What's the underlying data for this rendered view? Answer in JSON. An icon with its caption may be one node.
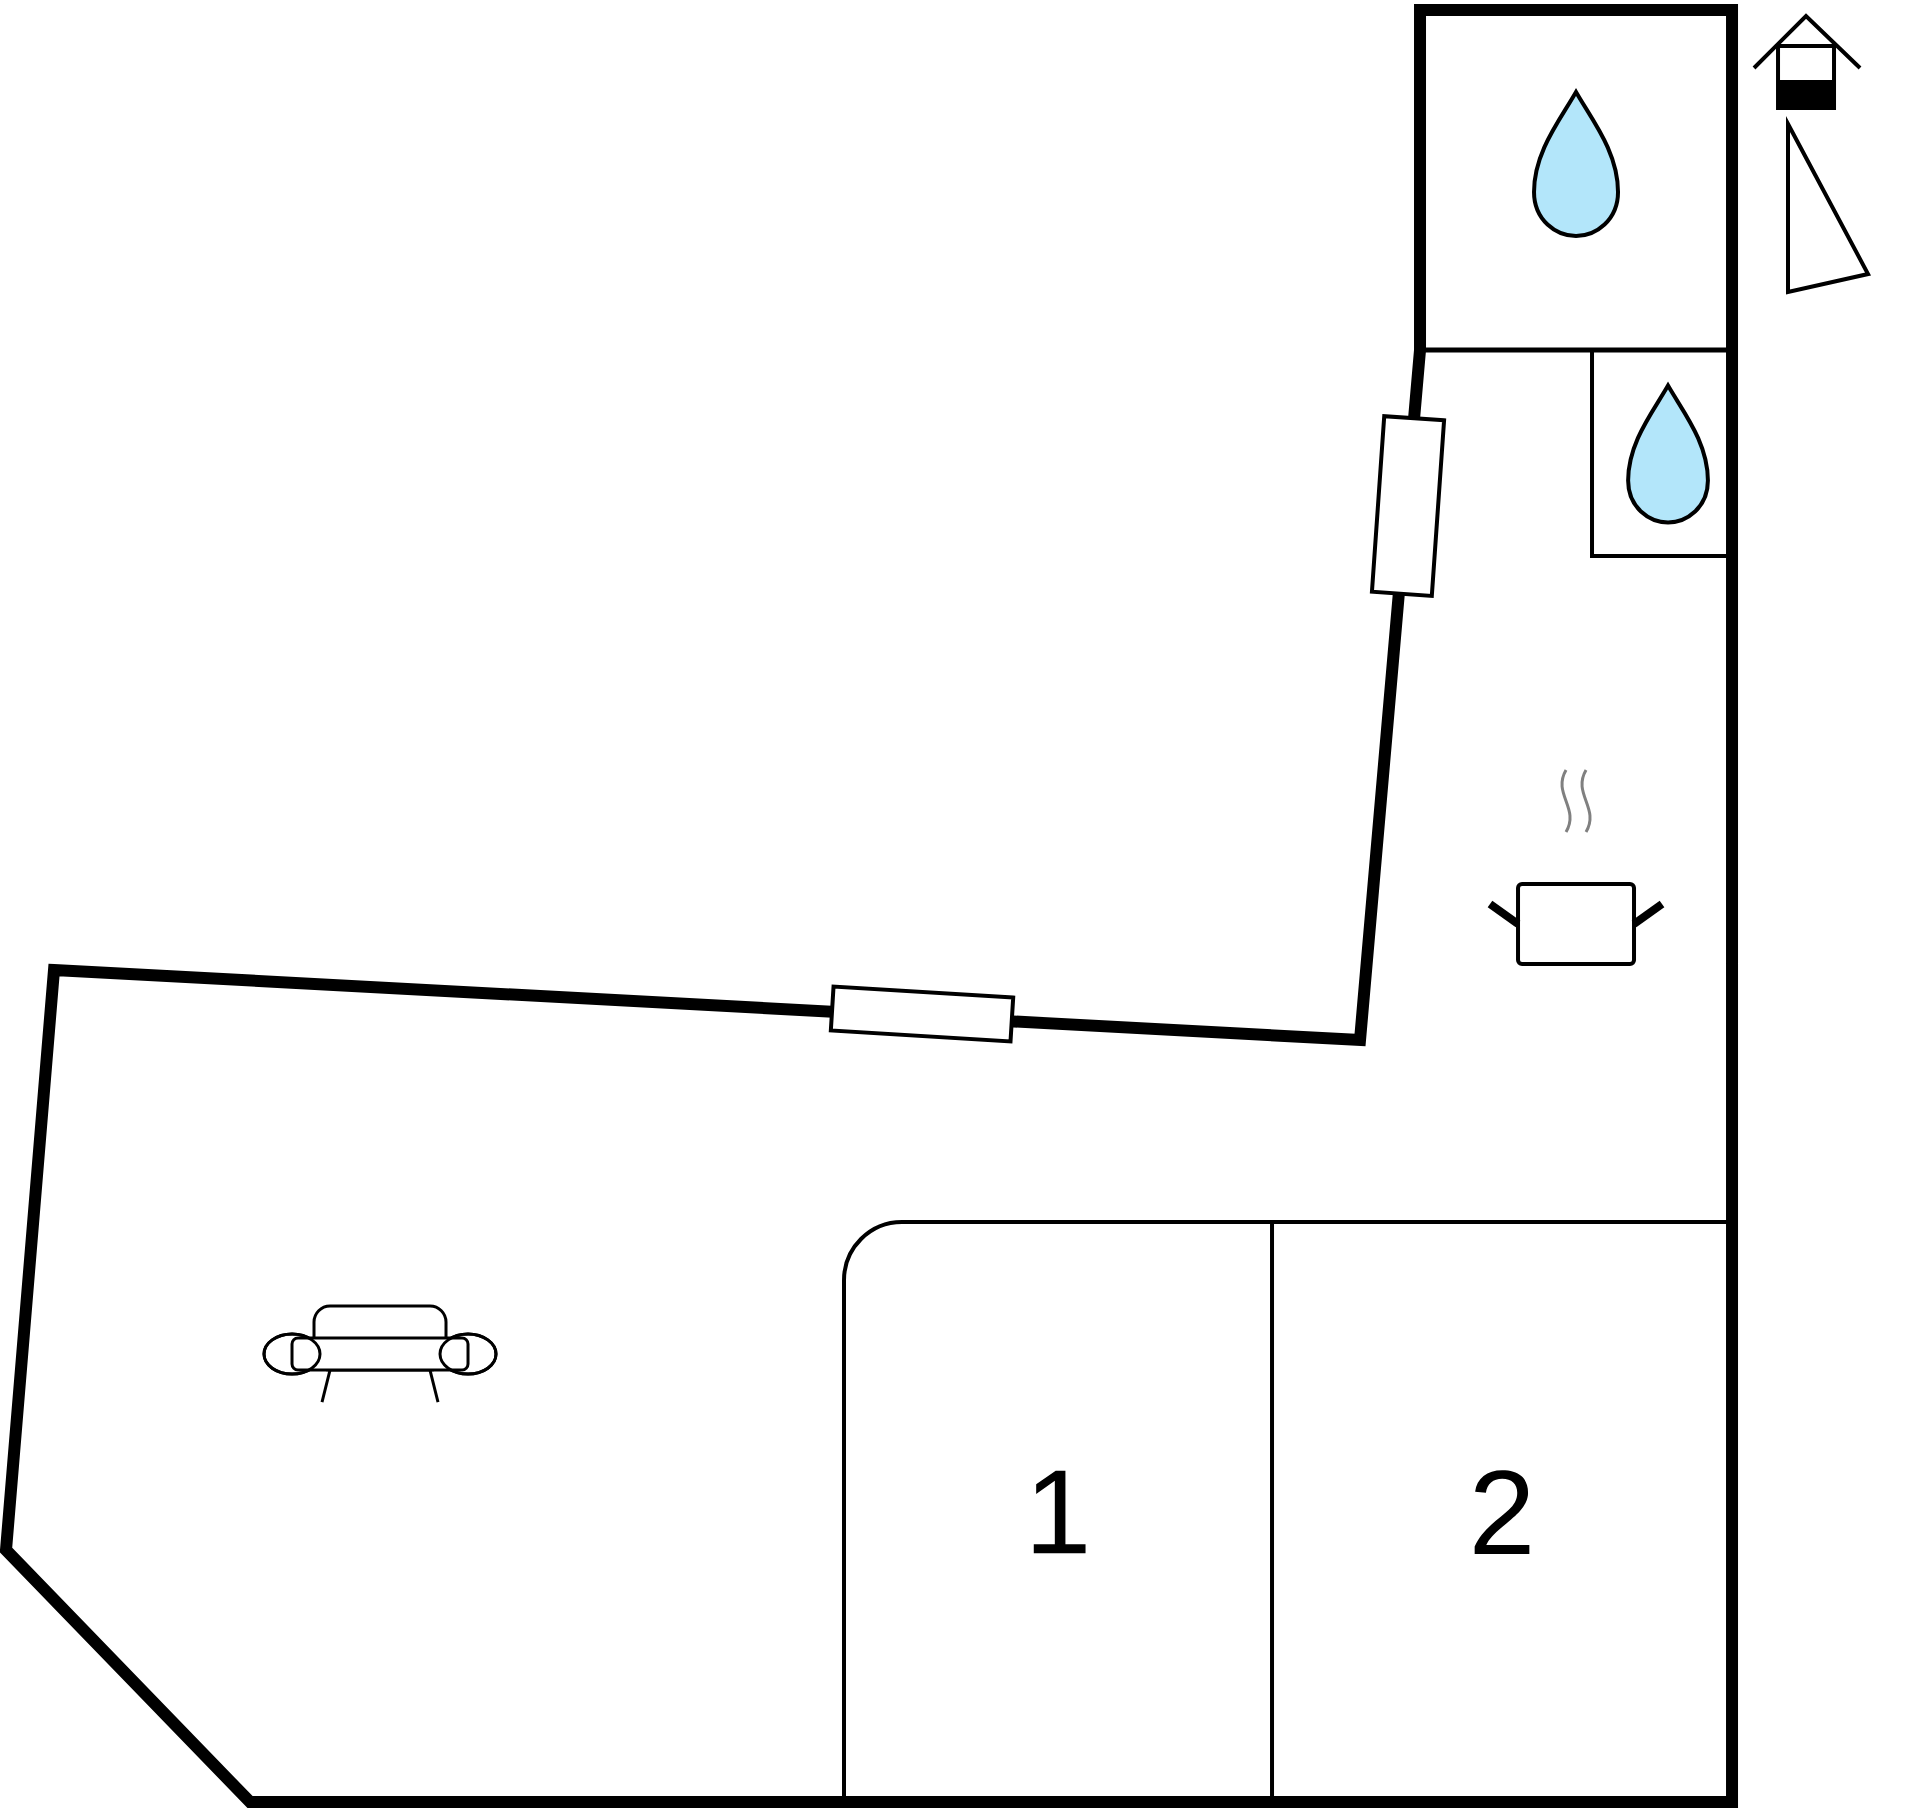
{
  "diagram": {
    "nodes": [
      {
        "text": [],
        "shape": "box"
      },
      {
        "text": [],
        "shape": "box"
      },
      {
        "text": [
          "1"
        ]
      },
      {
        "text": [
          "2"
        ]
      }
    ]
  }
}
